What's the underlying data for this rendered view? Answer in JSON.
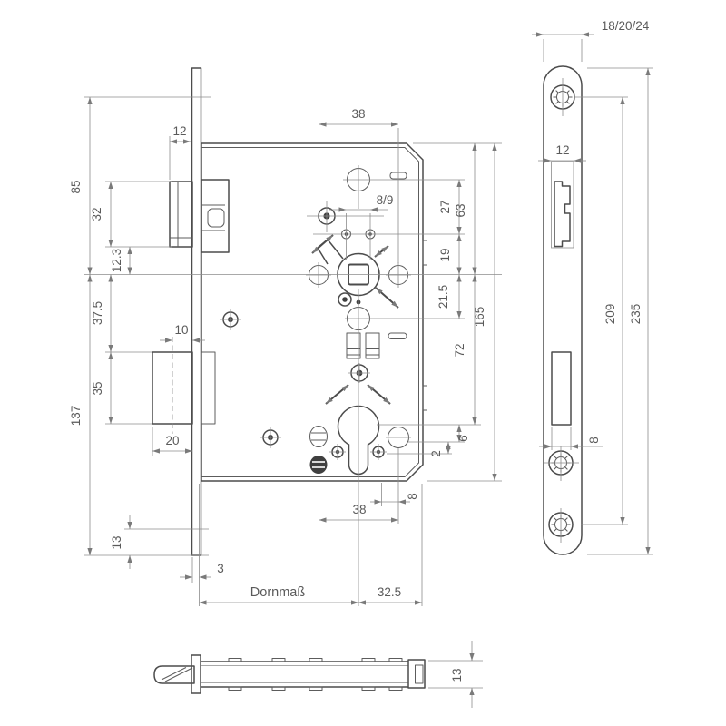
{
  "drawing": {
    "type": "technical-drawing",
    "subject": "mortise-lock-with-faceplate-and-side-view",
    "background": "#ffffff",
    "line_color": "#4c4c4c",
    "dim_line_color": "#8c8c8c",
    "text_color": "#5a5a5a"
  },
  "dimensions": {
    "main_view": {
      "top_screw_to_follower": "85",
      "latch_height": "32",
      "latch_to_follower": "12.3",
      "latch_projection": "12",
      "deadbolt_throw": "10",
      "follower_to_deadbolt": "37.5",
      "deadbolt_height": "35",
      "follower_to_plate_end": "137",
      "deadbolt_depth": "20",
      "screw_to_plate_end": "13",
      "plate_to_case": "3",
      "backset_label": "Dornmaß",
      "follower_to_case_back": "32.5",
      "handle_hole_spacing": "38",
      "spindle_square": "8/9",
      "top_hole_to_pins": "27",
      "case_top_to_follower": "63",
      "pins_to_follower": "19",
      "follower_to_hole": "21.5",
      "case_height": "165",
      "follower_to_cylinder": "72",
      "offset_two": "2",
      "offset_six": "6",
      "cylinder_hole_spacing": "38",
      "offset_eight": "8"
    },
    "faceplate_view": {
      "plate_width_options": "18/20/24",
      "latch_cutout_width": "12",
      "screw_spacing": "209",
      "plate_length": "235",
      "bolt_cutout_width": "8"
    },
    "side_view": {
      "case_thickness": "13"
    }
  }
}
